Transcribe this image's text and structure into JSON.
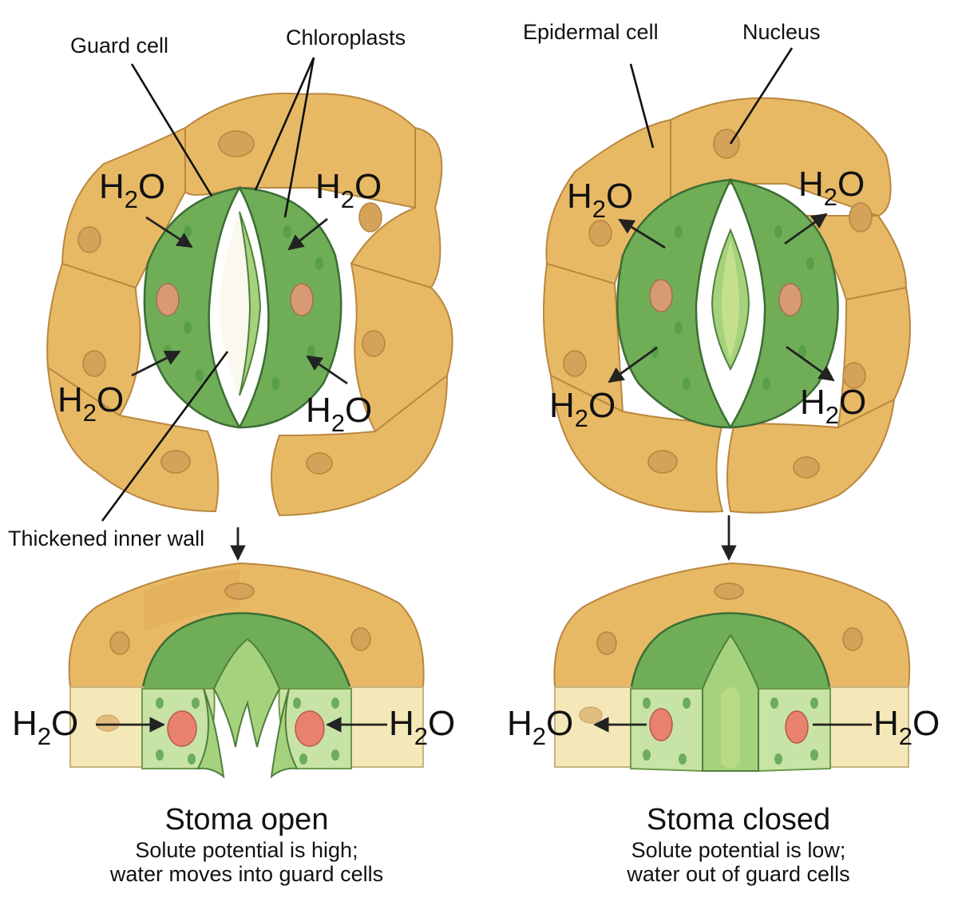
{
  "labels": {
    "guard_cell": "Guard cell",
    "chloroplasts": "Chloroplasts",
    "thickened_inner_wall": "Thickened inner wall",
    "epidermal_cell": "Epidermal cell",
    "nucleus": "Nucleus"
  },
  "water": {
    "base": "H",
    "sub": "2",
    "tail": "O"
  },
  "captions": {
    "open": {
      "title": "Stoma open",
      "line1": "Solute potential is high;",
      "line2": "water moves into guard cells"
    },
    "closed": {
      "title": "Stoma closed",
      "line1": "Solute potential is low;",
      "line2": "water out of guard cells"
    }
  },
  "colors": {
    "epidermal": "#e8b965",
    "guard": "#6fae57",
    "pore": "#fbf8ef"
  }
}
